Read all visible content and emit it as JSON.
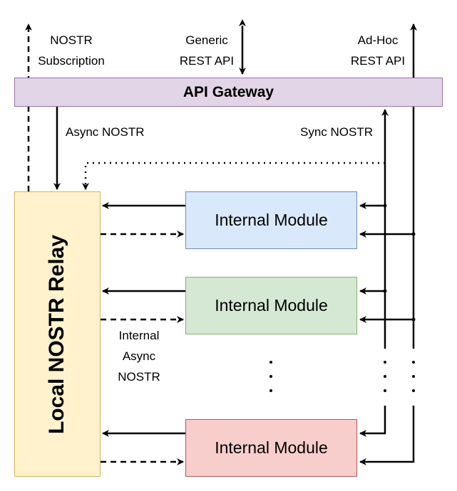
{
  "top_labels": {
    "nostr_subscription": [
      "NOSTR",
      "Subscription"
    ],
    "generic_rest": [
      "Generic",
      "REST API"
    ],
    "adhoc_rest": [
      "Ad-Hoc",
      "REST API"
    ]
  },
  "gateway": {
    "label": "API Gateway"
  },
  "edge_labels": {
    "async_nostr": "Async NOSTR",
    "sync_nostr": "Sync NOSTR",
    "internal_async": [
      "Internal",
      "Async",
      "NOSTR"
    ]
  },
  "relay": {
    "label": "Local NOSTR Relay"
  },
  "modules": [
    {
      "label": "Internal Module"
    },
    {
      "label": "Internal Module"
    },
    {
      "label": "Internal Module"
    }
  ],
  "colors": {
    "gateway_fill": "#e1d5e7",
    "relay_fill": "#fff2cc",
    "module_1_fill": "#dae8fc",
    "module_2_fill": "#d5e8d4",
    "module_3_fill": "#f8cecc"
  }
}
